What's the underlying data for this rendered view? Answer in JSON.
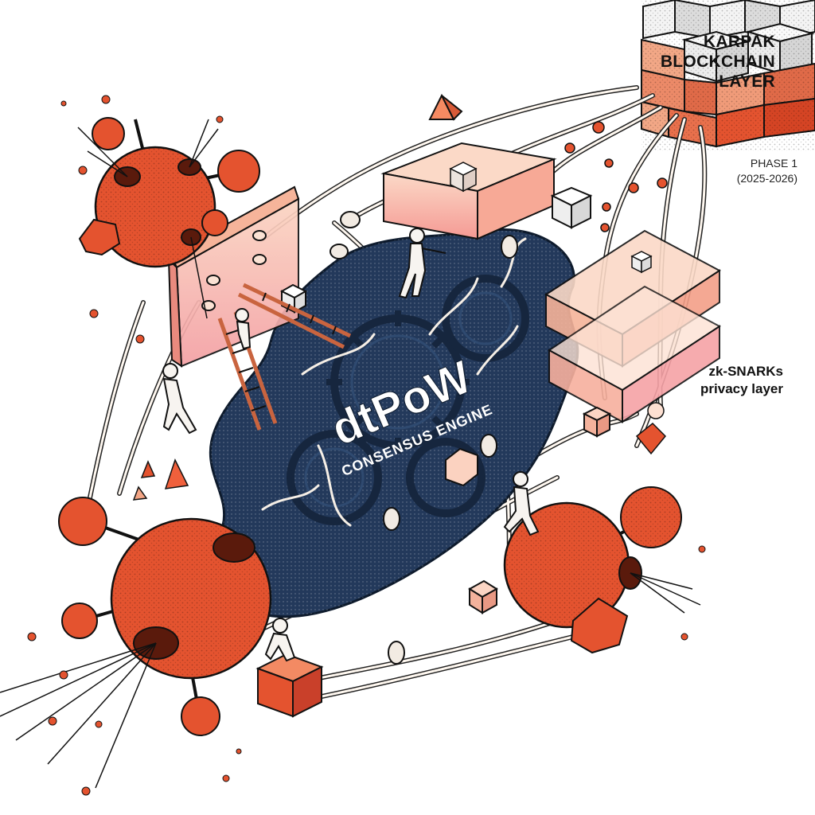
{
  "labels": {
    "title": [
      "KARPAK",
      "BLOCKCHAIN",
      "LAYER"
    ],
    "phase": [
      "PHASE 1",
      "(2025-2026)"
    ],
    "privacy": [
      "zk-SNARKs",
      "privacy layer"
    ]
  },
  "engine": {
    "name": "dtPoW",
    "subtitle": "CONSENSUS ENGINE"
  },
  "colors": {
    "engine": "#23395b",
    "node": "#e4532f",
    "layer": "#f6b49a",
    "layer_light": "#fbd9c7",
    "pink": "#f4a3a6",
    "ink": "#111111"
  },
  "icons": [
    "network-node-icon",
    "consensus-gear-icon",
    "blockchain-block-icon",
    "ladder-icon",
    "worker-figure-icon"
  ]
}
